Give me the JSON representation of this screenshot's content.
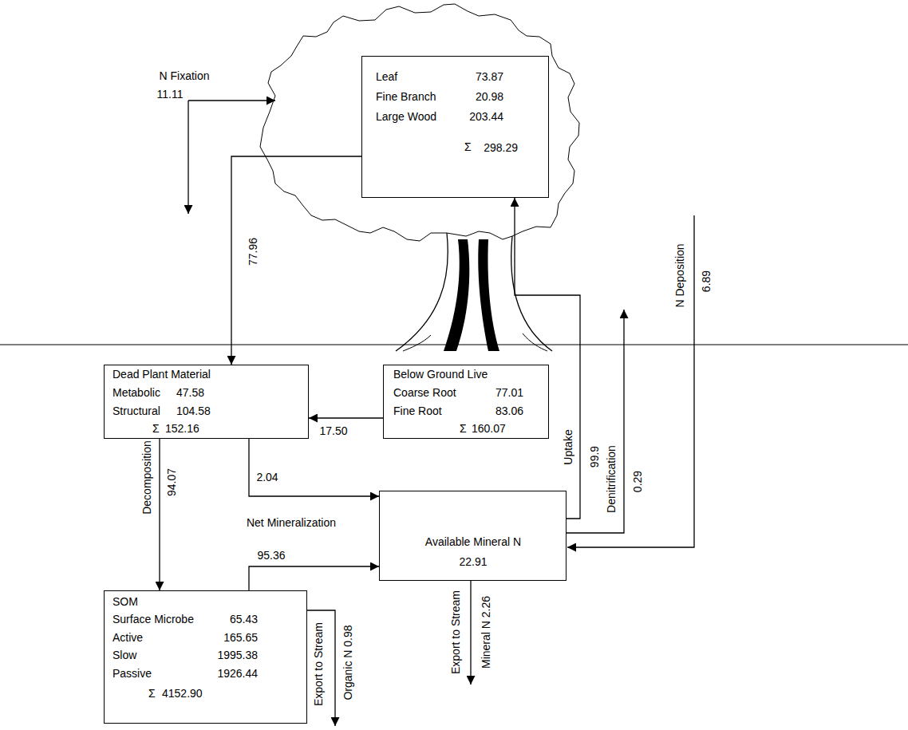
{
  "diagram": {
    "nodes": [
      {
        "text": [
          "Leaf",
          "73.87",
          "Fine Branch",
          "20.98",
          "Large Wood",
          "203.44",
          "Σ",
          "298.29"
        ]
      },
      {
        "text": [
          "Dead Plant Material",
          "Metabolic",
          "47.58",
          "Structural",
          "104.58",
          "Σ",
          "152.16"
        ]
      },
      {
        "text": [
          "Below Ground Live",
          "Coarse Root",
          "77.01",
          "Fine Root",
          "83.06",
          "Σ",
          "160.07"
        ]
      },
      {
        "text": [
          "Available Mineral N",
          "22.91"
        ]
      },
      {
        "text": [
          "SOM",
          "Surface Microbe",
          "65.43",
          "Active",
          "165.65",
          "Slow",
          "1995.38",
          "Passive",
          "1926.44",
          "Σ",
          "4152.90"
        ]
      }
    ],
    "edges": [
      {
        "from": 0,
        "to": 1,
        "arrow": "to",
        "label": "77.96"
      },
      {
        "from": 2,
        "to": 1,
        "arrow": "to",
        "label": "17.50"
      },
      {
        "from": 1,
        "to": 4,
        "arrow": "to",
        "label": "94.07"
      },
      {
        "from": 1,
        "to": 3,
        "arrow": "to",
        "label": "2.04"
      },
      {
        "from": 4,
        "to": 3,
        "arrow": "to",
        "label": "95.36"
      },
      {
        "from": 3,
        "to": 0,
        "arrow": "to",
        "label": "99.9"
      }
    ],
    "labels": [
      "N Fixation",
      "11.11",
      "Decomposition",
      "Net Mineralization",
      "Uptake",
      "Denitrification",
      "0.29",
      "N Deposition",
      "6.89",
      "Export to Stream",
      "Mineral N 2.26",
      "Export to Stream",
      "Organic N 0.98"
    ]
  }
}
